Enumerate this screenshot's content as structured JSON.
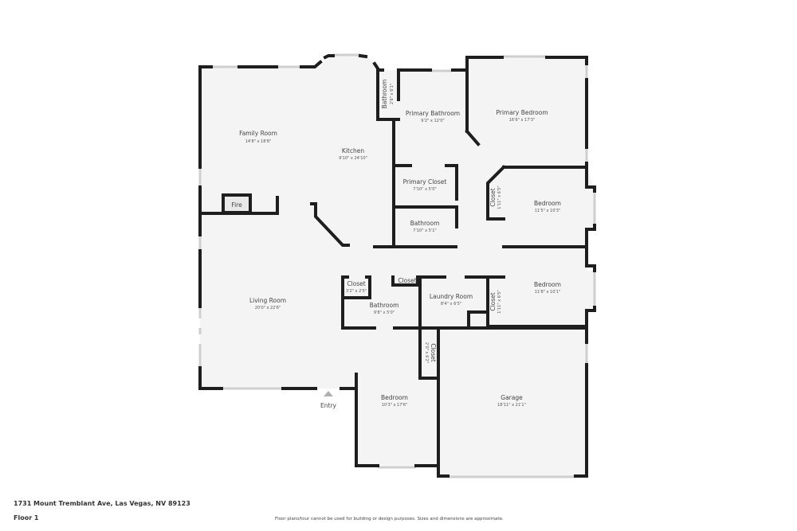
{
  "floorplan": {
    "rooms": [
      {
        "id": "family-room",
        "name": "Family Room",
        "dims": "14'8\" x 18'8\""
      },
      {
        "id": "kitchen",
        "name": "Kitchen",
        "dims": "9'10\" x 24'10\""
      },
      {
        "id": "bathroom-small",
        "name": "Bathroom",
        "dims": "2'6\" x 6'1\""
      },
      {
        "id": "primary-bathroom",
        "name": "Primary Bathroom",
        "dims": "9'2\" x 12'0\""
      },
      {
        "id": "primary-bedroom",
        "name": "Primary Bedroom",
        "dims": "16'6\" x 17'3\""
      },
      {
        "id": "primary-closet",
        "name": "Primary Closet",
        "dims": "7'10\" x 5'0\""
      },
      {
        "id": "bathroom-hall",
        "name": "Bathroom",
        "dims": "7'10\" x 5'1\""
      },
      {
        "id": "closet-bed2",
        "name": "Closet",
        "dims": "1'11\" x 6'5\""
      },
      {
        "id": "bedroom-2",
        "name": "Bedroom",
        "dims": "11'5\" x 10'3\""
      },
      {
        "id": "living-room",
        "name": "Living Room",
        "dims": "20'0\" x 22'6\""
      },
      {
        "id": "closet-entry",
        "name": "Closet",
        "dims": "3'2\" x 2'5\""
      },
      {
        "id": "closet-small",
        "name": "Closet",
        "dims": ""
      },
      {
        "id": "bathroom-3",
        "name": "Bathroom",
        "dims": "9'8\" x 5'0\""
      },
      {
        "id": "laundry-room",
        "name": "Laundry Room",
        "dims": "8'4\" x 6'5\""
      },
      {
        "id": "closet-bed3",
        "name": "Closet",
        "dims": "1'11\" x 6'5\""
      },
      {
        "id": "bedroom-3",
        "name": "Bedroom",
        "dims": "11'8\" x 10'1\""
      },
      {
        "id": "closet-bed4",
        "name": "Closet",
        "dims": "2'0\" x 6'2\""
      },
      {
        "id": "bedroom-4",
        "name": "Bedroom",
        "dims": "10'3\" x 17'6\""
      },
      {
        "id": "garage",
        "name": "Garage",
        "dims": "18'11\" x 21'1\""
      }
    ],
    "fireplace_label": "Fire",
    "entry_label": "Entry",
    "colors": {
      "wall": "#1e1e1e",
      "floor": "#f4f4f4",
      "window": "#cfcfcf",
      "entry_marker": "#b0b0b0"
    }
  },
  "footer": {
    "address": "1731 Mount Tremblant Ave, Las Vegas, NV 89123",
    "floor": "Floor 1",
    "disclaimer": "Floor plans/tour cannot be used for building or design purposes. Sizes and dimensions are approximate."
  }
}
